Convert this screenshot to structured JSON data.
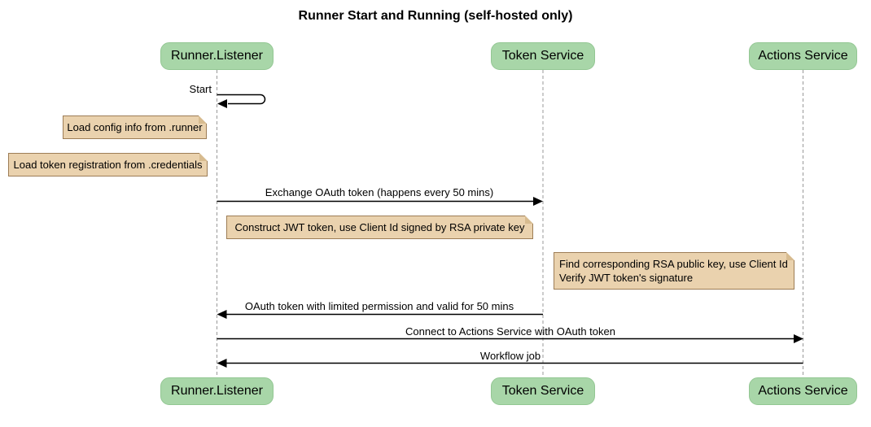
{
  "title": "Runner Start and Running (self-hosted only)",
  "participants": [
    {
      "id": "runner",
      "label": "Runner.Listener"
    },
    {
      "id": "token",
      "label": "Token Service"
    },
    {
      "id": "actions",
      "label": "Actions Service"
    }
  ],
  "messages": [
    {
      "label": "Start",
      "from": "Runner.Listener",
      "to": "Runner.Listener",
      "kind": "self"
    },
    {
      "label": "Exchange OAuth token (happens every 50 mins)",
      "from": "Runner.Listener",
      "to": "Token Service",
      "kind": "solid-arrow"
    },
    {
      "label": "OAuth token with limited permission and valid for 50 mins",
      "from": "Token Service",
      "to": "Runner.Listener",
      "kind": "solid-arrow"
    },
    {
      "label": "Connect to Actions Service with OAuth token",
      "from": "Runner.Listener",
      "to": "Actions Service",
      "kind": "solid-arrow"
    },
    {
      "label": "Workflow job",
      "from": "Actions Service",
      "to": "Runner.Listener",
      "kind": "solid-arrow"
    }
  ],
  "notes": [
    {
      "text": "Load config info from .runner",
      "placement": "left of Runner.Listener"
    },
    {
      "text": "Load token registration from .credentials",
      "placement": "left of Runner.Listener"
    },
    {
      "text": "Construct JWT token, use Client Id signed by RSA private key",
      "placement": "between Runner.Listener and Token Service"
    },
    {
      "lines": [
        "Find corresponding RSA public key, use Client Id",
        "Verify JWT token's signature"
      ],
      "placement": "between Token Service and Actions Service"
    }
  ],
  "colors": {
    "participant_fill": "#a8d6a8",
    "participant_border": "#93c793",
    "note_fill": "#ead2ae",
    "note_border": "#9d7d56",
    "note_fold": "#d7bb8f",
    "lifeline": "#999999",
    "arrow": "#000000",
    "text": "#000000",
    "background": "#ffffff"
  }
}
